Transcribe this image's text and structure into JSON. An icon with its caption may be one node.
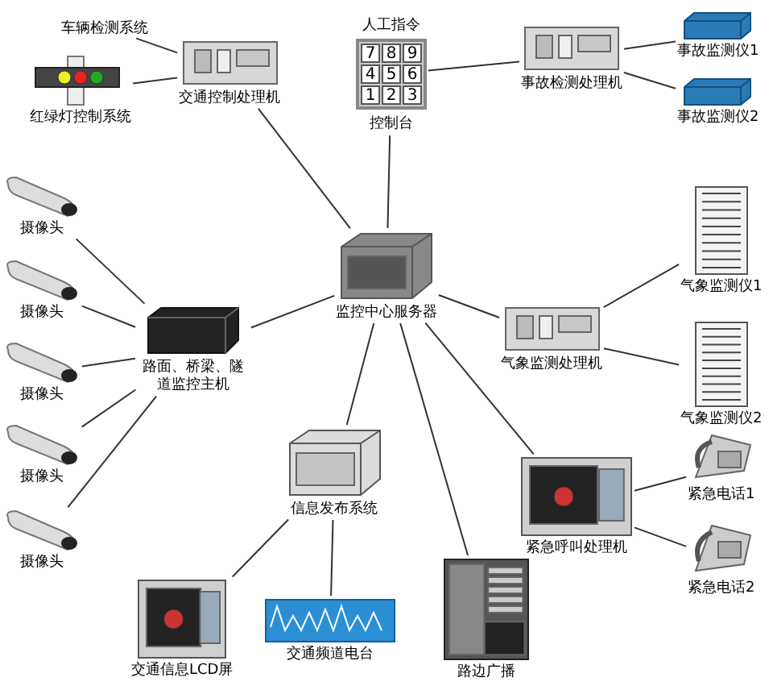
{
  "diagram": {
    "nodes": [
      {
        "text": [
          "交通控制处理机"
        ]
      },
      {
        "text": [
          "车辆检测系统"
        ]
      },
      {
        "text": [
          "红绿灯控制系统"
        ]
      },
      {
        "text": [
          "人工指令",
          "7",
          "8",
          "9",
          "4",
          "5",
          "6",
          "1",
          "2",
          "3",
          "控制台"
        ]
      },
      {
        "text": [
          "事故检测处理机"
        ]
      },
      {
        "text": [
          "事故监测仪1"
        ]
      },
      {
        "text": [
          "事故监测仪2"
        ]
      },
      {
        "text": [
          "监控中心服务器"
        ]
      },
      {
        "text": [
          "路面、桥梁、隧道监控主机"
        ]
      },
      {
        "text": [
          "摄像头"
        ]
      },
      {
        "text": [
          "摄像头"
        ]
      },
      {
        "text": [
          "摄像头"
        ]
      },
      {
        "text": [
          "摄像头"
        ]
      },
      {
        "text": [
          "摄像头"
        ]
      },
      {
        "text": [
          "气象监测处理机"
        ]
      },
      {
        "text": [
          "气象监测仪1"
        ]
      },
      {
        "text": [
          "气象监测仪2"
        ]
      },
      {
        "text": [
          "紧急呼叫处理机"
        ]
      },
      {
        "text": [
          "紧急电话1"
        ]
      },
      {
        "text": [
          "紧急电话2"
        ]
      },
      {
        "text": [
          "信息发布系统"
        ]
      },
      {
        "text": [
          "交通信息LCD屏"
        ]
      },
      {
        "text": [
          "交通频道电台"
        ]
      },
      {
        "text": [
          "路边广播"
        ]
      }
    ],
    "edges": [
      {
        "from": 1,
        "to": 0,
        "arrow": "none"
      },
      {
        "from": 2,
        "to": 0,
        "arrow": "none"
      },
      {
        "from": 0,
        "to": 7,
        "arrow": "none"
      },
      {
        "from": 3,
        "to": 4,
        "arrow": "none"
      },
      {
        "from": 3,
        "to": 7,
        "arrow": "none"
      },
      {
        "from": 4,
        "to": 5,
        "arrow": "none"
      },
      {
        "from": 4,
        "to": 6,
        "arrow": "none"
      },
      {
        "from": 7,
        "to": 8,
        "arrow": "none"
      },
      {
        "from": 8,
        "to": 9,
        "arrow": "none"
      },
      {
        "from": 8,
        "to": 10,
        "arrow": "none"
      },
      {
        "from": 8,
        "to": 11,
        "arrow": "none"
      },
      {
        "from": 8,
        "to": 12,
        "arrow": "none"
      },
      {
        "from": 8,
        "to": 13,
        "arrow": "none"
      },
      {
        "from": 7,
        "to": 14,
        "arrow": "none"
      },
      {
        "from": 14,
        "to": 15,
        "arrow": "none"
      },
      {
        "from": 14,
        "to": 16,
        "arrow": "none"
      },
      {
        "from": 7,
        "to": 17,
        "arrow": "none"
      },
      {
        "from": 17,
        "to": 18,
        "arrow": "none"
      },
      {
        "from": 17,
        "to": 19,
        "arrow": "none"
      },
      {
        "from": 7,
        "to": 20,
        "arrow": "none"
      },
      {
        "from": 20,
        "to": 21,
        "arrow": "none"
      },
      {
        "from": 20,
        "to": 22,
        "arrow": "none"
      },
      {
        "from": 7,
        "to": 23,
        "arrow": "none"
      }
    ]
  }
}
